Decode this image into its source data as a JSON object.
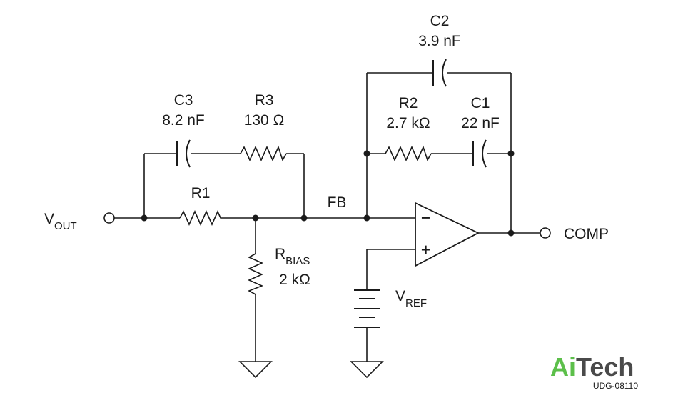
{
  "nodes": {
    "vout": {
      "main": "V",
      "sub": "OUT"
    },
    "fb": "FB",
    "comp": "COMP",
    "vref": {
      "main": "V",
      "sub": "REF"
    }
  },
  "components": {
    "c3": {
      "name": "C3",
      "value": "8.2 nF"
    },
    "r3": {
      "name": "R3",
      "value": "130 Ω"
    },
    "r1": {
      "name": "R1"
    },
    "rbias": {
      "main": "R",
      "sub": "BIAS",
      "value": "2 kΩ"
    },
    "c2": {
      "name": "C2",
      "value": "3.9 nF"
    },
    "r2": {
      "name": "R2",
      "value": "2.7 kΩ"
    },
    "c1": {
      "name": "C1",
      "value": "22 nF"
    },
    "opamp": {
      "minus": "−",
      "plus": "+"
    }
  },
  "logo": {
    "text": "AiTech",
    "part1": "Ai",
    "part2": "Tech",
    "code": "UDG-08110"
  },
  "colors": {
    "ink": "#1a1a1a",
    "logo_green": "#5cbf4a",
    "logo_gray": "#4a4a4a"
  }
}
